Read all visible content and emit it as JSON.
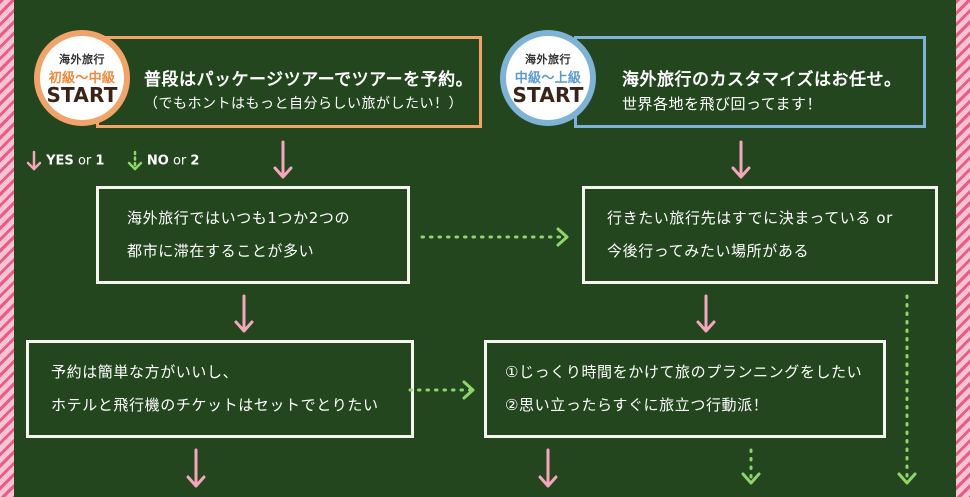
{
  "start_left": {
    "badge_line1": "海外旅行",
    "badge_line2": "初級〜中級",
    "badge_line3": "START",
    "box_line1": "普段はパッケージツアーでツアーを予約。",
    "box_line2": "（でもホントはもっと自分らしい旅がしたい！）",
    "accent_color": "#f0a46a"
  },
  "start_right": {
    "badge_line1": "海外旅行",
    "badge_line2": "中級〜上級",
    "badge_line3": "START",
    "box_line1": "海外旅行のカスタマイズはお任せ。",
    "box_line2": "世界各地を飛び回ってます！",
    "accent_color": "#7fb3d6"
  },
  "legend": {
    "yes_label": "YES",
    "yes_or": "or",
    "yes_num": "1",
    "no_label": "NO",
    "no_or": "or",
    "no_num": "2",
    "yes_color": "#f4a7bc",
    "no_color": "#8fd46e"
  },
  "boxes": {
    "box_a": {
      "line1": "海外旅行ではいつも1つか2つの",
      "line2": "都市に滞在することが多い"
    },
    "box_b": {
      "line1": "行きたい旅行先はすでに決まっている or",
      "line2": "今後行ってみたい場所がある"
    },
    "box_c": {
      "line1": "予約は簡単な方がいいし、",
      "line2": "ホテルと飛行機のチケットはセットでとりたい"
    },
    "box_d": {
      "line1": "①じっくり時間をかけて旅のプランニングをしたい",
      "line2": "②思い立ったらすぐに旅立つ行動派！"
    }
  },
  "colors": {
    "board": "#23461f",
    "chalk": "#f5f5ef",
    "pink_arrow": "#f4a7bc",
    "green_arrow": "#8fd46e"
  }
}
